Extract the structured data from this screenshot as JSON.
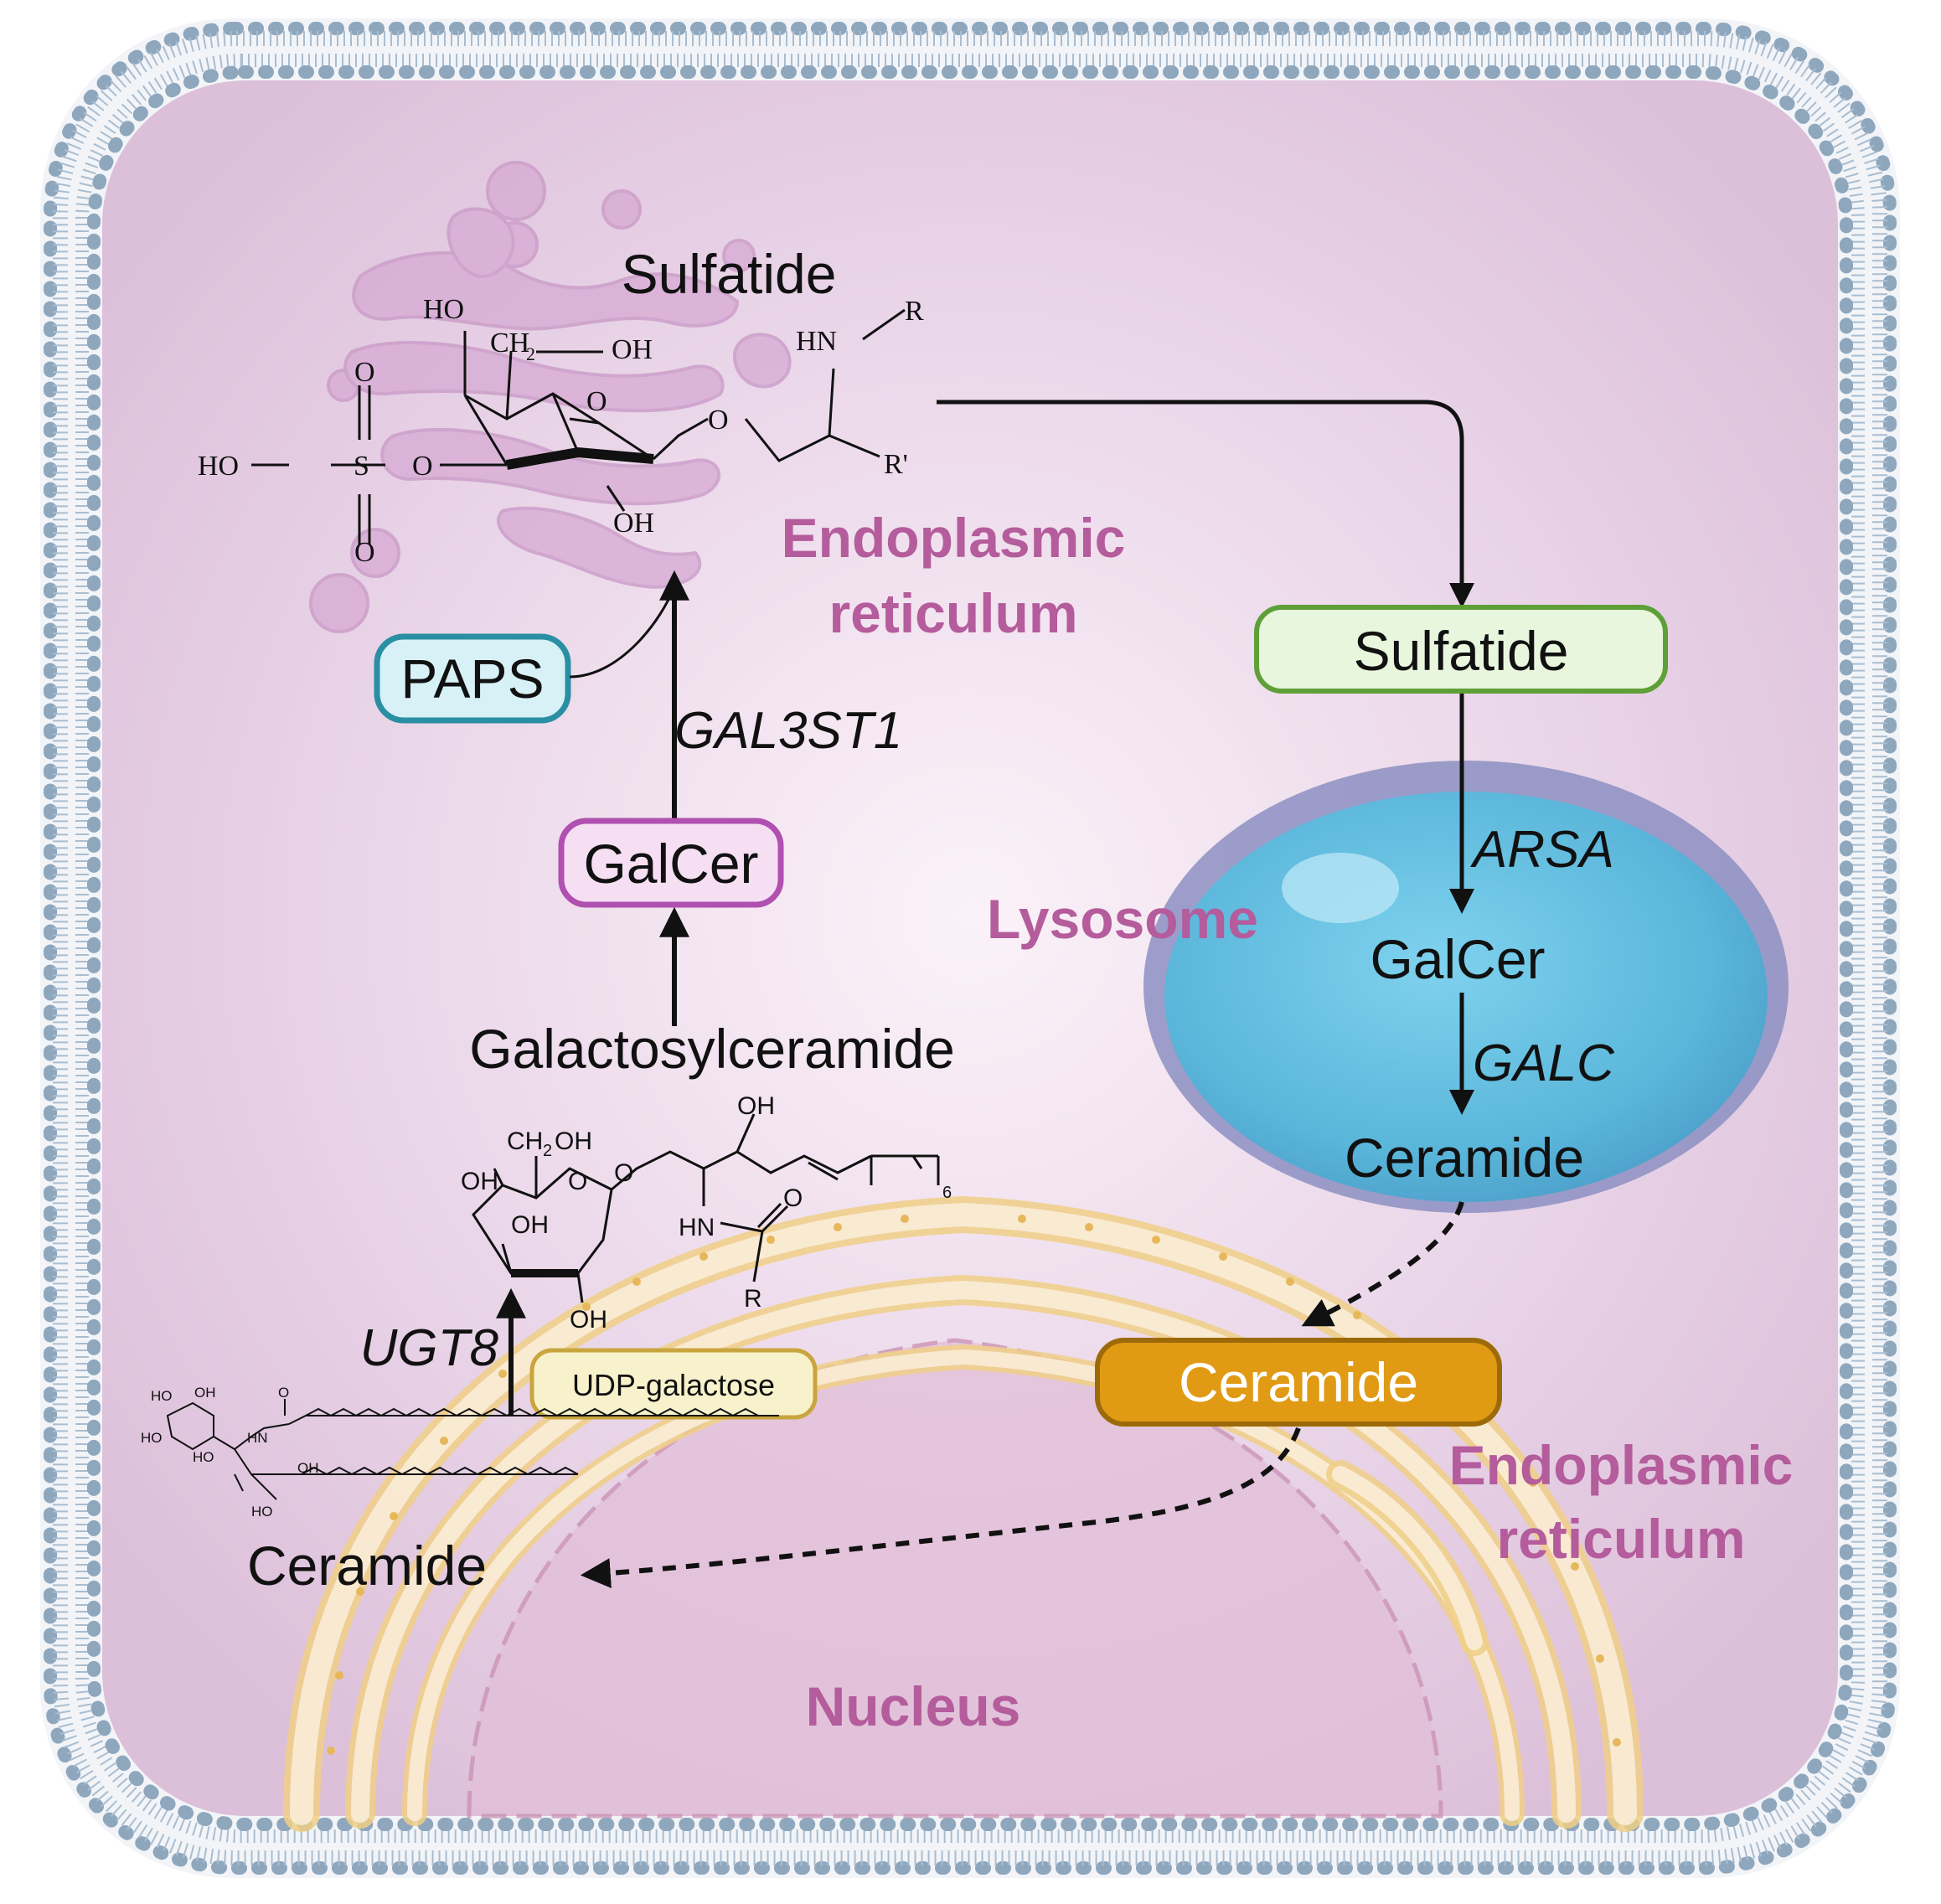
{
  "organelles": {
    "golgi_label_line1": "Endoplasmic",
    "golgi_label_line2": "reticulum",
    "lysosome_label": "Lysosome",
    "er_label_line1": "Endoplasmic",
    "er_label_line2": "reticulum",
    "nucleus_label": "Nucleus"
  },
  "structures": {
    "sulfatide_title": "Sulfatide",
    "galactosylceramide_title": "Galactosylceramide",
    "ceramide_title": "Ceramide"
  },
  "nodes": {
    "paps": "PAPS",
    "galcer_box": "GalCer",
    "sulfatide_box": "Sulfatide",
    "udp_galactose": "UDP-galactose",
    "ceramide_box": "Ceramide",
    "lysosome_galcer": "GalCer",
    "lysosome_ceramide": "Ceramide"
  },
  "enzymes": {
    "gal3st1": "GAL3ST1",
    "ugt8": "UGT8",
    "arsa": "ARSA",
    "galc": "GALC"
  },
  "chem": {
    "sulfatide": {
      "ho_top": "HO",
      "ch2": "CH",
      "ch2_sub": "2",
      "oh_right": "OH",
      "o_ring": "O",
      "o_link": "O",
      "oh_bottom": "OH",
      "hn": "HN",
      "r": "R",
      "r_prime": "R'",
      "s": "S",
      "o_sulf_top": "O",
      "o_sulf_bottom": "O",
      "ho_left": "HO",
      "o_ester": "O"
    },
    "galcer": {
      "ch2oh": "CH",
      "ch2oh_sub": "2",
      "ch2oh_oh": "OH",
      "oh_top": "OH",
      "oh_left": "OH",
      "oh_mid": "OH",
      "oh_bottom": "OH",
      "o_ring": "O",
      "o_link": "O",
      "hn": "HN",
      "o_carbonyl": "O",
      "r": "R",
      "repeat_sub": "6"
    },
    "ceramide": {
      "ho1": "HO",
      "oh1": "OH",
      "ho2": "HO",
      "ho3": "HO",
      "hn": "HN",
      "o": "O",
      "oh2": "OH",
      "ho4": "HO"
    }
  },
  "colors": {
    "cytoplasm": "#e9d3e6",
    "membrane": "#8fa9c2",
    "organelle_label": "#b45c9c",
    "golgi": "#d9b0d6",
    "er": "#f0cf86",
    "lysosome": "#6cc4e4",
    "lysosome_rim": "#8c8fc2",
    "paps_fill": "#d7f1f7",
    "paps_stroke": "#2a8fa2",
    "galcer_fill": "#f7dff3",
    "galcer_stroke": "#b050b0",
    "sulfatide_fill": "#e9f6de",
    "sulfatide_stroke": "#5f9f38",
    "udp_fill": "#f8f2cc",
    "udp_stroke": "#c9a53e",
    "ceramide_fill": "#e09a14",
    "ceramide_stroke": "#9c6a08"
  }
}
